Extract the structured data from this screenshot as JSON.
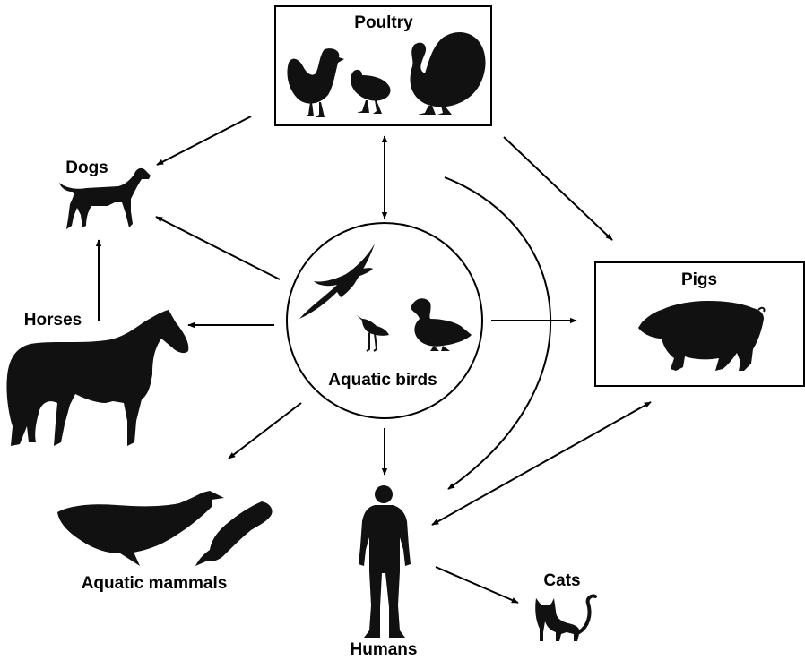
{
  "labels": {
    "poultry": "Poultry",
    "dogs": "Dogs",
    "horses": "Horses",
    "aquatic_birds": "Aquatic birds",
    "pigs": "Pigs",
    "aquatic_mammals": "Aquatic mammals",
    "humans": "Humans",
    "cats": "Cats"
  },
  "colors": {
    "ink": "#000000",
    "silhouette": "#111111",
    "background": "#ffffff"
  }
}
